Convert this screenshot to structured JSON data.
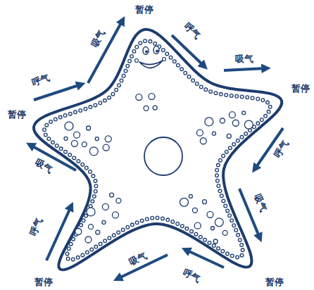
{
  "diagram": {
    "labels": [
      "暂停",
      "呼气",
      "吸气",
      "暂停",
      "呼气",
      "吸气",
      "暂停",
      "呼气",
      "吸气",
      "暂停",
      "呼气",
      "吸气",
      "暂停",
      "呼气",
      "吸气"
    ]
  }
}
